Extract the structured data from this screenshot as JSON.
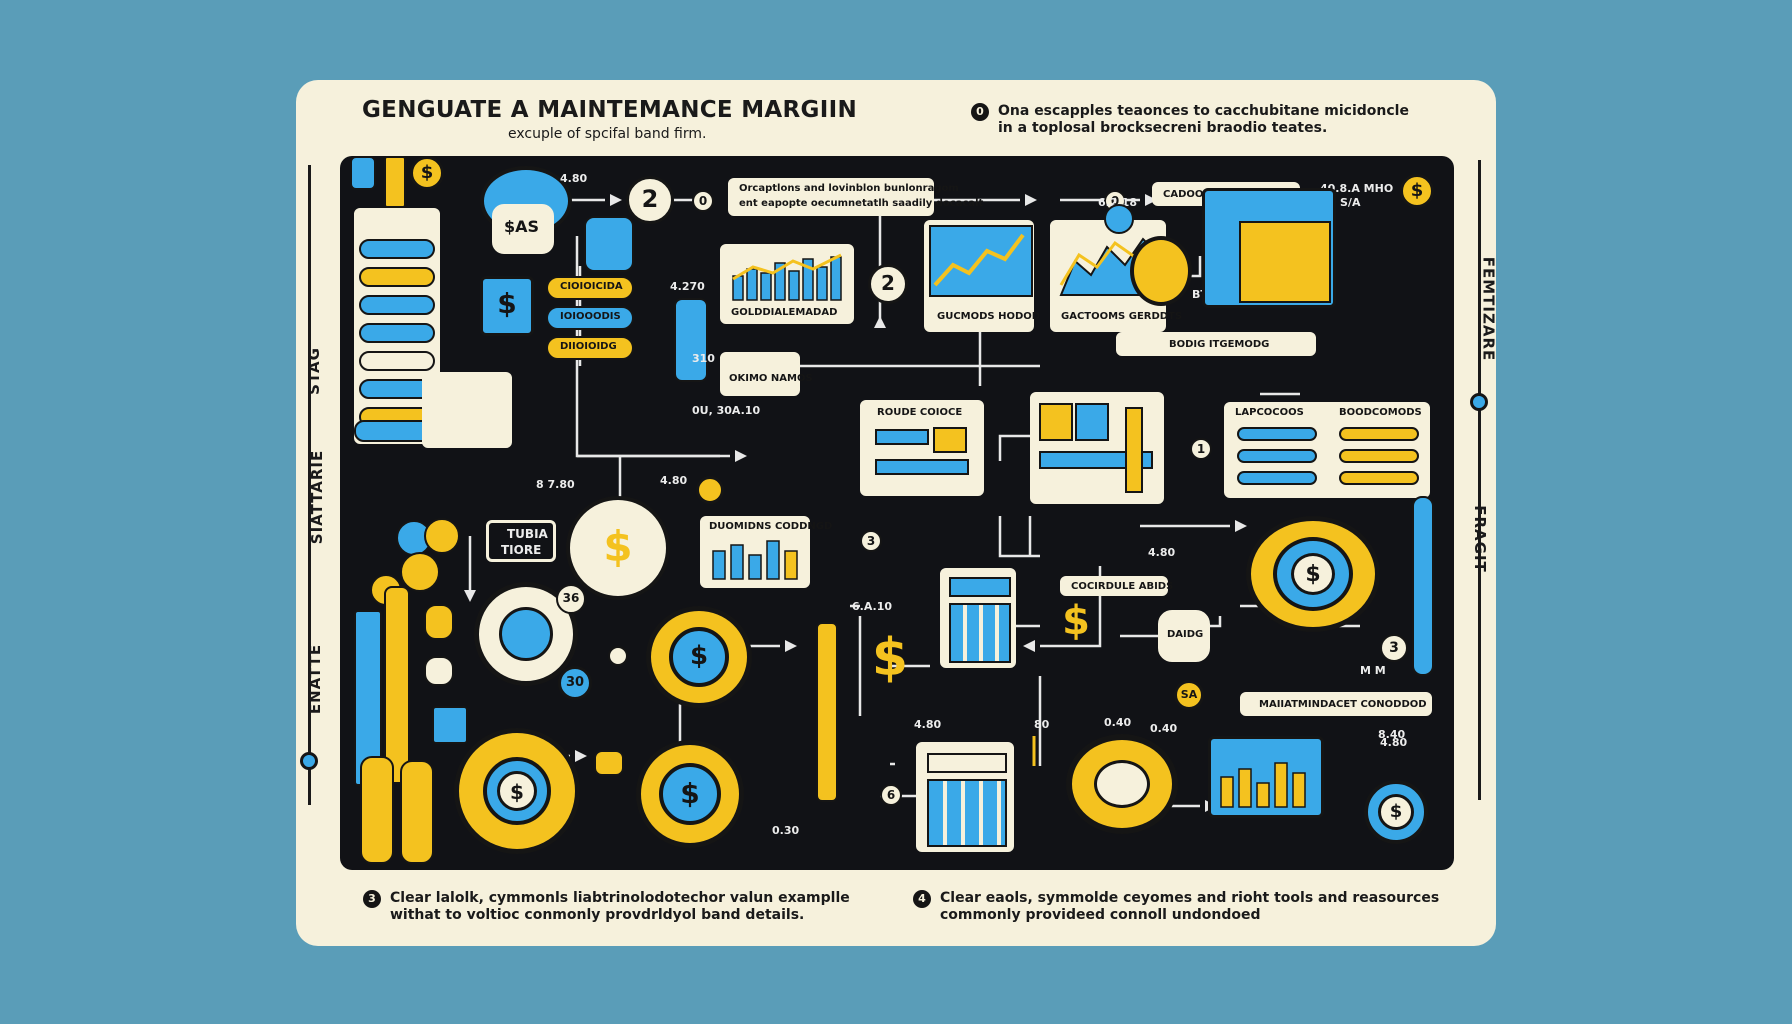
{
  "header": {
    "title": "GENGUATE A MAINTEMANCE MARGIIN",
    "subtitle": "excuple of spcifal band firm.",
    "note_top_num": "0",
    "note_top_l1": "Ona escapples teaonces to cacchubitane micidoncle",
    "note_top_l2": "in a toplosal brocksecreni braodio teates."
  },
  "side": {
    "left_top": "STAG",
    "left_mid": "SIATTARIE",
    "left_bot": "ENATTE",
    "right_top": "FEMTIZARE",
    "right_bot": "FRAGIT"
  },
  "footer": {
    "left_num": "3",
    "left_l1": "Clear lalolk, cymmonls liabtrinolodotechor valun examplle",
    "left_l2": "withat to voltioc conmonly provdrldyol band details.",
    "right_num": "4",
    "right_l1": "Clear eaols, symmolde ceyomes and rioht tools and reasources",
    "right_l2": "commonly provideed connoll undondoed"
  },
  "board": {
    "num_2a": "2",
    "num_2b": "2",
    "num_0a": "0",
    "num_0b": "0",
    "num_3a": "3",
    "num_3b": "3",
    "num_1": "1",
    "num_6": "6",
    "num_30": "30",
    "num_36": "36",
    "sa": "SA",
    "v_480_a": "4.80",
    "v_4270": "4.270",
    "v_6218": "6.2.18",
    "v_408": "40.8.A MHO",
    "v_310": "310",
    "v_0u": "0U, 30A.10",
    "v_4_80b": "4.80",
    "v_7_80": "8 7.80",
    "v_4_80c": "4.80",
    "v_6_80": "6.A.10",
    "v_4_80d": "4.80",
    "v_4_80e": "4.80",
    "v_0_40": "0.40",
    "v_80": "80",
    "v_040": "0.40",
    "v_840": "8.40",
    "v_sga": "S/A",
    "v_btd": "BTD",
    "v_mm": "M M",
    "v_0_30": "0.30",
    "top_box_l1": "Orcaptlons and lovinblon bunlonragom",
    "top_box_l2": "ent eapopte oecumnetatlh saadily docacalt",
    "top_right_box": "CADOOLICS BUROEDLS",
    "tubia_l1": "TUBIA",
    "tubia_l2": "TIORE",
    "chart1_lbl": "GOLDDIALEMADAD",
    "chart2_lbl": "GUCMODS HODOD",
    "chart3_lbl": "GACTOOMS GERDDTS",
    "doc_lbl": "OKIMO NAMOS",
    "pane_title": "ROUDE COIOCE",
    "right_bar": "BODIG ITGEMODG",
    "table_left": "LAPCOCOOS",
    "table_right": "BOODCOMODS",
    "mid_box": "DUOMIDNS CODDNGD",
    "strip1": "COCIRDULE ABIDS",
    "strip2": "MAIIATMINDACET CONODDOD",
    "pill1": "CIOIOICIDA",
    "pill2": "IOIOOODIS",
    "pill3": "DIIOIOIDG",
    "bag": "$AS",
    "tag": "DAIDG",
    "money": "$"
  }
}
